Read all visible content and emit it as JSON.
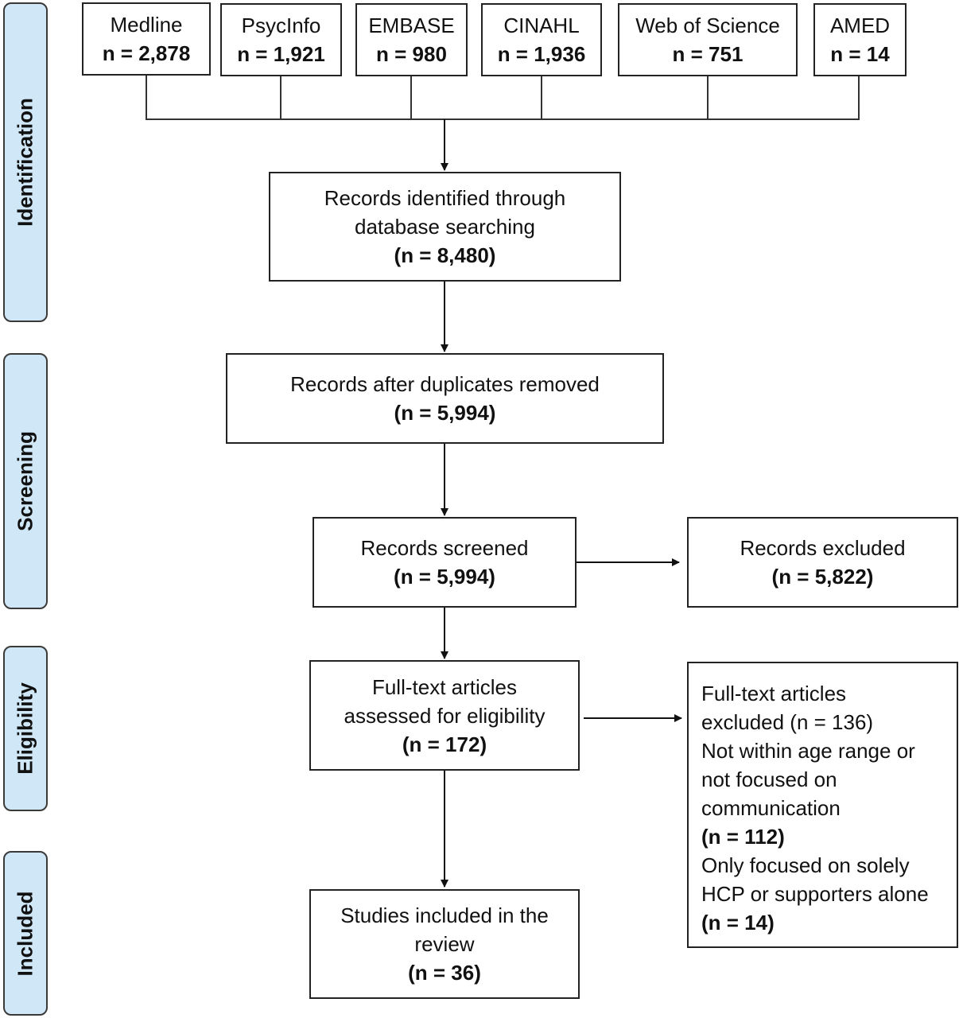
{
  "phases": {
    "identification": "Identification",
    "screening": "Screening",
    "eligibility": "Eligibility",
    "included": "Included"
  },
  "sources": [
    {
      "name": "Medline",
      "n": "n = 2,878"
    },
    {
      "name": "PsycInfo",
      "n": "n = 1,921"
    },
    {
      "name": "EMBASE",
      "n": "n = 980"
    },
    {
      "name": "CINAHL",
      "n": "n = 1,936"
    },
    {
      "name": "Web of Science",
      "n": "n = 751"
    },
    {
      "name": "AMED",
      "n": "n = 14"
    }
  ],
  "identified": {
    "line1": "Records identified through",
    "line2": "database searching",
    "n": "(n = 8,480)"
  },
  "deduplicated": {
    "line1": "Records after duplicates removed",
    "n": "(n = 5,994)"
  },
  "screened": {
    "line1": "Records screened",
    "n": "(n = 5,994)"
  },
  "excluded_records": {
    "line1": "Records excluded",
    "n": "(n = 5,822)"
  },
  "fulltext": {
    "line1": "Full-text articles",
    "line2": "assessed for eligibility",
    "n": "(n = 172)"
  },
  "excluded_fulltext": {
    "line1": "Full-text articles",
    "line2": "excluded (n = 136)",
    "reason1_line1": "Not within age range or",
    "reason1_line2": "not focused on",
    "reason1_line3": "communication",
    "reason1_n": "(n = 112)",
    "reason2_line1": "Only focused on solely",
    "reason2_line2": "HCP or supporters alone",
    "reason2_n": "(n = 14)"
  },
  "included": {
    "line1": "Studies included in the",
    "line2": "review",
    "n": "(n = 36)"
  }
}
